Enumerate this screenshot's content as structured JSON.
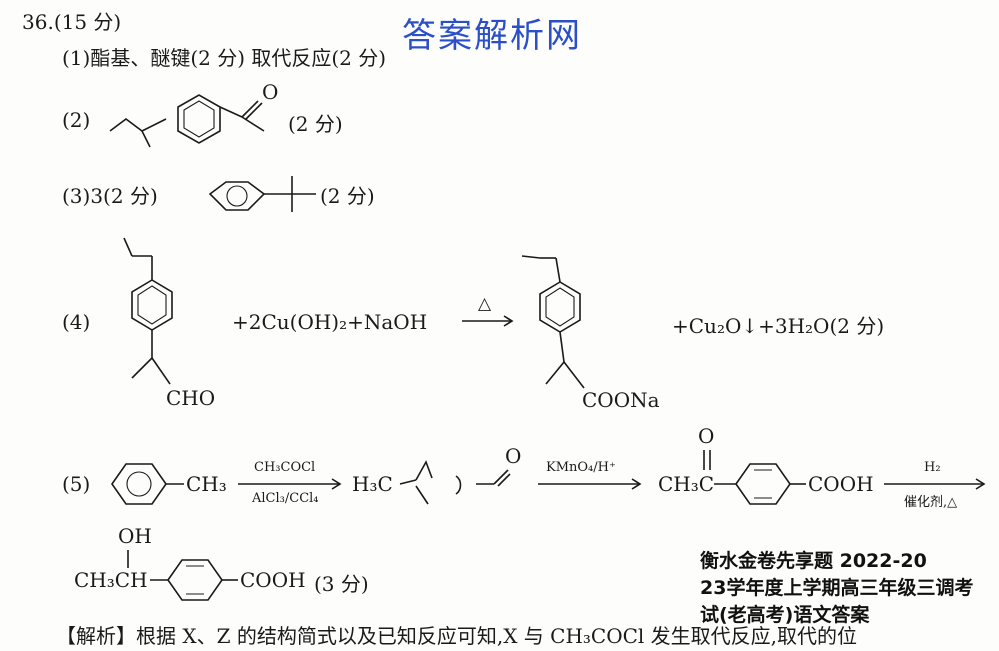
{
  "watermark": "答案解析网",
  "question": {
    "number": "36.",
    "points": "(15 分)"
  },
  "part1": {
    "text": "(1)酯基、醚键(2 分)   取代反应(2 分)"
  },
  "part2": {
    "label": "(2)",
    "o_atom": "O",
    "score": "(2 分)"
  },
  "part3": {
    "label": "(3)3(2 分)",
    "score": "(2 分)"
  },
  "part4": {
    "label": "(4)",
    "reactant_group": "CHO",
    "reagents": "+2Cu(OH)₂+NaOH",
    "condition": "△",
    "product_group": "COONa",
    "byproducts": "+Cu₂O↓+3H₂O(2 分)"
  },
  "part5": {
    "label": "(5)",
    "ch3": "CH₃",
    "reagent1_top": "CH₃COCl",
    "reagent1_bottom": "AlCl₃/CCl₄",
    "int1_left": "H₃C",
    "int1_o": "O",
    "reagent2_top": "KMnO₄/H⁺",
    "o_atom": "O",
    "int2_left": "CH₃C",
    "int2_right": "COOH",
    "reagent3_top": "H₂",
    "reagent3_bottom": "催化剂,△",
    "oh": "OH",
    "final_left": "CH₃CH",
    "final_right": "COOH",
    "final_score": "(3 分)"
  },
  "analysis": "【解析】根据 X、Z 的结构简式以及已知反应可知,X 与 CH₃COCl 发生取代反应,取代的位",
  "overlay": {
    "line1": "衡水金卷先享题 2022-20",
    "line2": "23学年度上学期高三年级三调考",
    "line3": "试(老高考)语文答案"
  }
}
